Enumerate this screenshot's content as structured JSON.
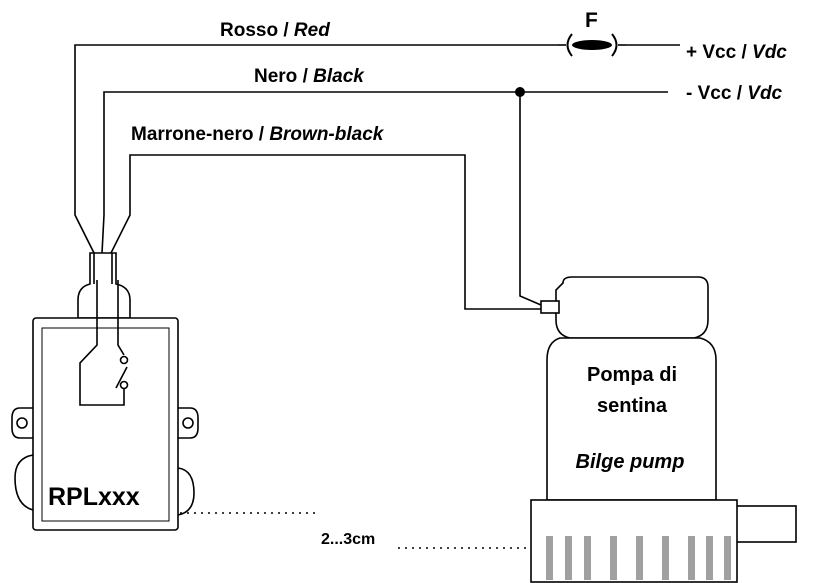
{
  "wires": {
    "red": {
      "it": "Rosso",
      "en": "Red"
    },
    "black": {
      "it": "Nero",
      "en": "Black"
    },
    "brown_black": {
      "it": "Marrone-nero",
      "en": "Brown-black"
    }
  },
  "fuse_label": "F",
  "supply": {
    "positive": {
      "prefix": "+ Vcc",
      "suffix": "Vdc"
    },
    "negative": {
      "prefix": "- Vcc",
      "suffix": "Vdc"
    }
  },
  "switch_unit_label": "RPLxxx",
  "pump": {
    "line1": "Pompa di",
    "line2": "sentina",
    "english": "Bilge pump"
  },
  "distance_label": "2...3cm",
  "separator": " / ",
  "colors": {
    "ink": "#000000",
    "grille": "#a0a0a0",
    "background": "#ffffff"
  }
}
